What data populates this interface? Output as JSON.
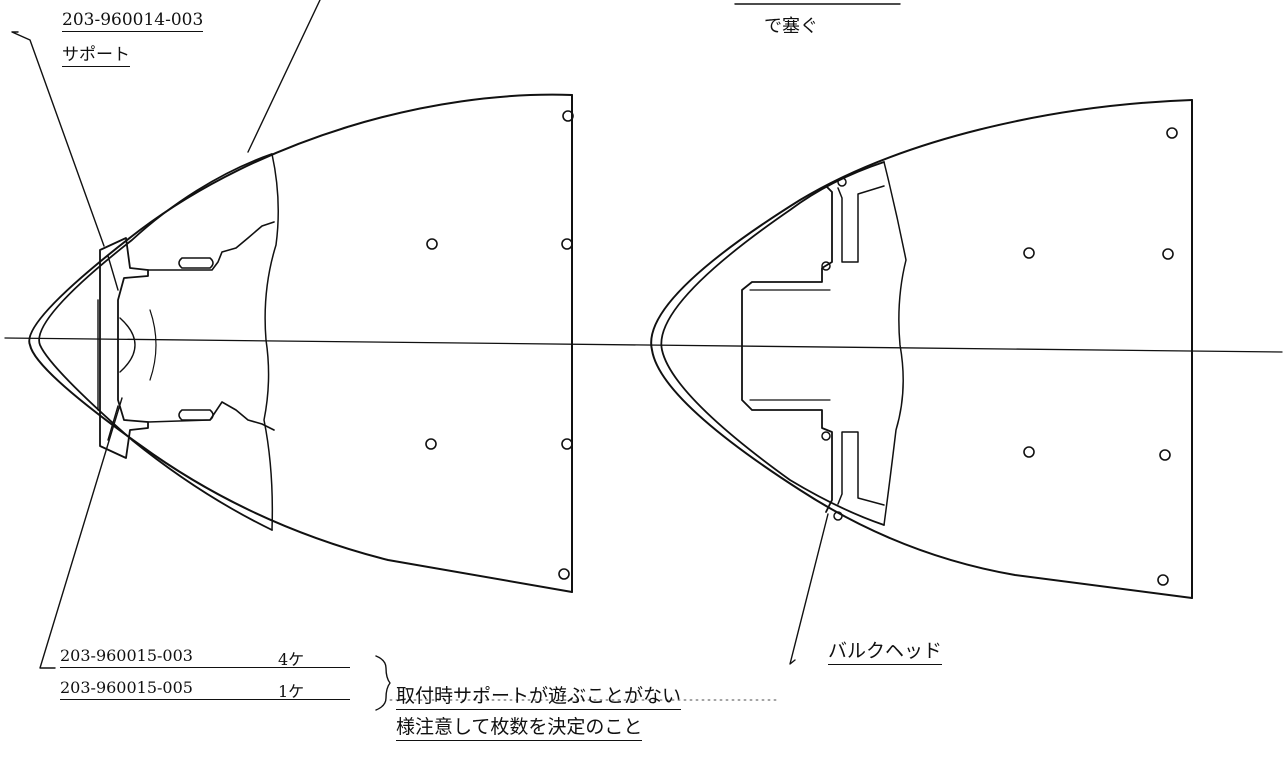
{
  "labels": {
    "top_part_number": "203-960014-003",
    "top_part_name": "サポート",
    "top_note": "で塞ぐ",
    "bottom_part_1": "203-960015-003",
    "bottom_qty_1": "4ケ",
    "bottom_part_2": "203-960015-005",
    "bottom_qty_2": "1ケ",
    "note_line_1": "取付時サポートが遊ぶことがない",
    "note_line_2": "様注意して枚数を決定のこと",
    "bulkhead": "バルクヘッド"
  },
  "colors": {
    "ink": "#111111",
    "paper": "#ffffff"
  }
}
